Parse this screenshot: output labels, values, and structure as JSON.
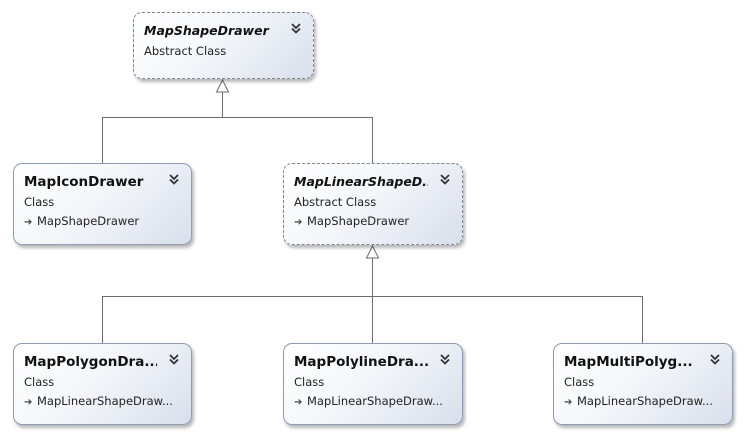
{
  "nodes": {
    "mapShapeDrawer": {
      "name": "MapShapeDrawer",
      "kind": "Abstract Class"
    },
    "mapIconDrawer": {
      "name": "MapIconDrawer",
      "kind": "Class",
      "base": "MapShapeDrawer"
    },
    "mapLinearShapeDrawer": {
      "name": "MapLinearShapeD...",
      "kind": "Abstract Class",
      "base": "MapShapeDrawer"
    },
    "mapPolygonDrawer": {
      "name": "MapPolygonDra...",
      "kind": "Class",
      "base": "MapLinearShapeDraw..."
    },
    "mapPolylineDrawer": {
      "name": "MapPolylineDra...",
      "kind": "Class",
      "base": "MapLinearShapeDraw..."
    },
    "mapMultiPolygonDrawer": {
      "name": "MapMultiPolyg...",
      "kind": "Class",
      "base": "MapLinearShapeDraw..."
    }
  },
  "icons": {
    "collapse": "double-chevron-up-icon",
    "inheritance": "arrow-right-icon"
  },
  "colors": {
    "border": "#8e9cb2",
    "line": "#6d6d6d",
    "box_fill_end": "#d9dfec"
  }
}
